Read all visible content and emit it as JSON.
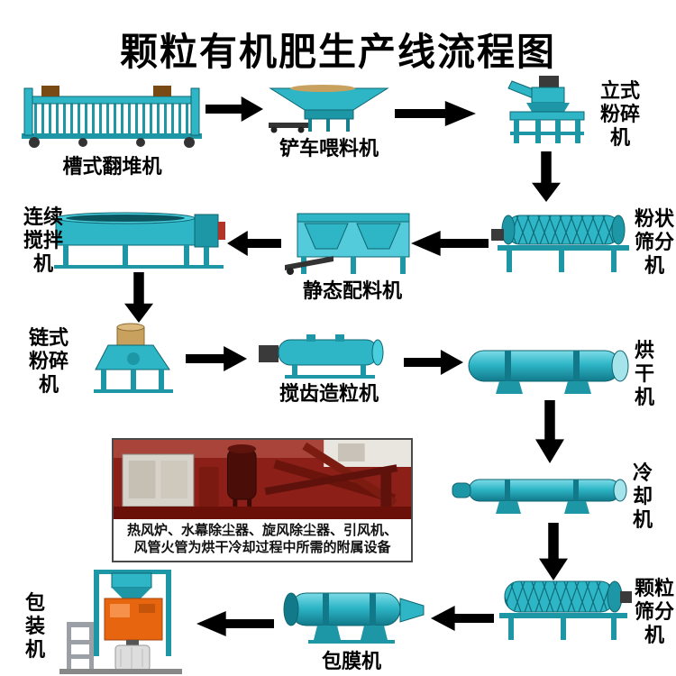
{
  "title": "颗粒有机肥生产线流程图",
  "nodes": {
    "trough_turner": "槽式翻堆机",
    "loader_feeder": "铲车喂料机",
    "vertical_crusher": "立式粉碎机",
    "powder_screener": "粉状筛分机",
    "static_batcher": "静态配料机",
    "continuous_mixer": "连续搅拌机",
    "chain_crusher": "链式粉碎机",
    "stirring_granulator": "搅齿造粒机",
    "dryer": "烘干机",
    "cooler": "冷却机",
    "granule_screener": "颗粒筛分机",
    "coating_machine": "包膜机",
    "packing_machine": "包装机"
  },
  "auxiliary_note": {
    "line1": "热风炉、水幕除尘器、旋风除尘器、引风机、",
    "line2": "风管火管为烘干冷却过程中所需的附属设备"
  },
  "colors": {
    "machine_teal": "#2eb6c7",
    "machine_teal_dark": "#1d96a6",
    "arrow_black": "#000000",
    "packing_orange": "#e8650f",
    "photo_background_red": "#8c2018"
  }
}
